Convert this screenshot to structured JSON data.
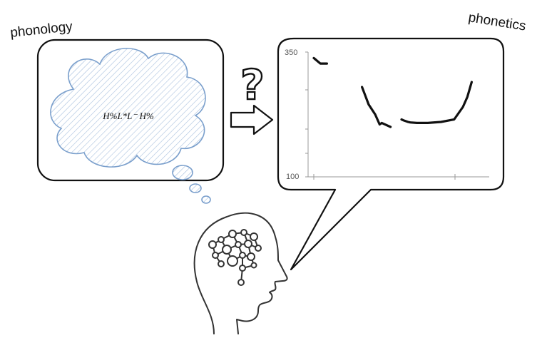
{
  "labels": {
    "left": "phonology",
    "right": "phonetics"
  },
  "phonology_box": {
    "formula": "H%L*L⁻ H%"
  },
  "connector": {
    "question_mark": "?"
  },
  "chart_data": {
    "type": "line",
    "ylim": [
      100,
      350
    ],
    "y_ticks": [
      "350",
      "100"
    ],
    "xlabel": "",
    "ylabel": "",
    "grid": false,
    "x": [
      0,
      3,
      6,
      10,
      22,
      25,
      28,
      30,
      31,
      35,
      38,
      40,
      41,
      43,
      44,
      47,
      52,
      58,
      64,
      68,
      70,
      72
    ],
    "series": [
      {
        "values": [
          338,
          327,
          327,
          null,
          280,
          245,
          225,
          205,
          208,
          200,
          null,
          215,
          213,
          210,
          209,
          208,
          208,
          210,
          215,
          240,
          260,
          290
        ]
      }
    ]
  },
  "colors": {
    "cloud_stroke": "#7a9fcc",
    "cloud_hatch": "#a7bfdd",
    "ink": "#111111",
    "axis": "#999999"
  },
  "icons": {
    "arrow": "right-arrow-icon",
    "thought_bubble": "thought-cloud-icon",
    "head": "brain-head-icon"
  }
}
